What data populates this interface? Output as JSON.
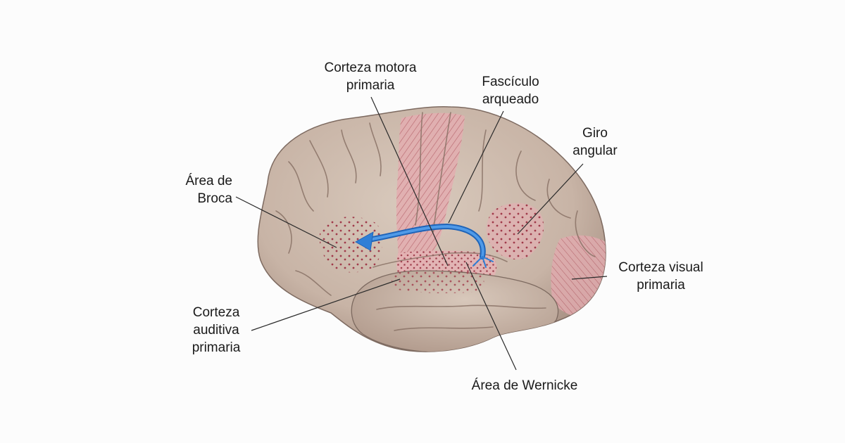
{
  "labels": {
    "motor": [
      "Corteza motora",
      "primaria"
    ],
    "fasciculo": [
      "Fascículo",
      "arqueado"
    ],
    "giro": [
      "Giro",
      "angular"
    ],
    "broca": [
      "Área de",
      "Broca"
    ],
    "visual": [
      "Corteza visual",
      "primaria"
    ],
    "auditiva": [
      "Corteza",
      "auditiva",
      "primaria"
    ],
    "wernicke": [
      "Área de Wernicke"
    ]
  },
  "colors": {
    "background": "#fcfcfc",
    "cortex": "#cdbcaf",
    "highlight": "#c9858a",
    "arcuate": "#2f7fd6",
    "leader": "#2a2a2a"
  }
}
